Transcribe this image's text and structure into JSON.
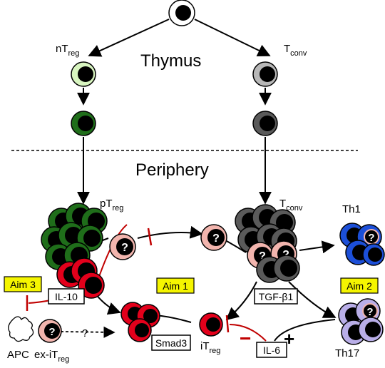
{
  "regions": {
    "thymus": "Thymus",
    "periphery": "Periphery"
  },
  "cells": {
    "ntreg": {
      "main": "nT",
      "sub": "reg"
    },
    "tconv_top": {
      "main": "T",
      "sub": "conv"
    },
    "ptreg": {
      "main": "pT",
      "sub": "reg"
    },
    "tconv_mid": {
      "main": "T",
      "sub": "conv"
    },
    "th1": "Th1",
    "th17": "Th17",
    "itreg": {
      "main": "iT",
      "sub": "reg"
    },
    "apc": "APC",
    "ex_itreg": {
      "main": "ex-iT",
      "sub": "reg"
    }
  },
  "aims": {
    "aim1": "Aim 1",
    "aim2": "Aim 2",
    "aim3": "Aim 3"
  },
  "boxes": {
    "il10": "IL-10",
    "tgfb1": "TGF-β1",
    "smad3": "Smad3",
    "il6": "IL-6"
  },
  "symbols": {
    "unknown": "?",
    "dashed_unknown": "?",
    "plus": "+",
    "minus": "−"
  },
  "colors": {
    "treg_green_light": "#d8f5c0",
    "treg_green_dark": "#1f6e1a",
    "tconv_grey_light": "#b8b8b8",
    "tconv_grey_dark": "#5a5a5a",
    "red": "#e3001b",
    "pink": "#f2b5ae",
    "blue": "#1c4fd8",
    "lavender": "#b9aee8",
    "aim_yellow": "#f5f500",
    "inhibit_red": "#c00000"
  }
}
